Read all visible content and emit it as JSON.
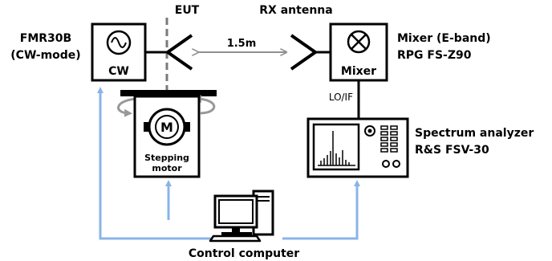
{
  "labels": {
    "eut": "EUT",
    "rx_antenna": "RX antenna",
    "distance": "1.5m",
    "signal_generator_name": "FMR30B",
    "signal_generator_mode": "(CW-mode)",
    "cw_box": "CW",
    "mixer_box": "Mixer",
    "mixer_name": "Mixer (E-band)",
    "mixer_model": "RPG FS-Z90",
    "lo_if": "LO/IF",
    "motor_symbol": "M",
    "motor_line1": "Stepping",
    "motor_line2": "motor",
    "analyzer_name": "Spectrum analyzer",
    "analyzer_model": "R&S FSV-30",
    "control_computer": "Control computer"
  },
  "colors": {
    "control_link": "#8ab4e8",
    "distance_arrow": "#909090",
    "rotation_arrow": "#999999",
    "boresight": "#7a7a7a",
    "outline": "#000000"
  }
}
